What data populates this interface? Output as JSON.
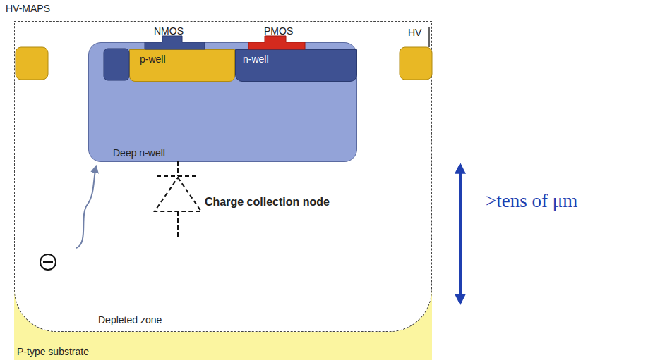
{
  "diagram": {
    "title": "HV-MAPS",
    "nodes": [
      {
        "text": [
          "P-type substrate"
        ]
      },
      {
        "text": [
          "Depleted zone"
        ],
        "in": 0
      },
      {
        "text": [
          "Deep n-well"
        ],
        "in": 1
      },
      {
        "text": [
          "p-well"
        ],
        "in": 2
      },
      {
        "text": [
          "n-well"
        ],
        "in": 2
      }
    ],
    "labels": [
      "NMOS",
      "PMOS",
      "HV",
      "Charge collection node",
      ">tens of μm"
    ]
  }
}
